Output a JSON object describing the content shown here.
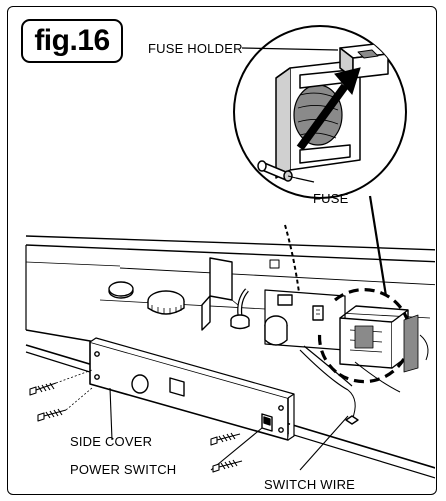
{
  "figure": {
    "label": "fig.16"
  },
  "callouts": {
    "fuse_holder": "FUSE HOLDER",
    "fuse": "FUSE",
    "side_cover": "SIDE COVER",
    "power_switch": "POWER SWITCH",
    "switch_wire": "SWITCH WIRE"
  },
  "colors": {
    "ink": "#000000",
    "paper": "#ffffff",
    "shading": "#8a8a8a",
    "light_shading": "#d0d0d0"
  }
}
